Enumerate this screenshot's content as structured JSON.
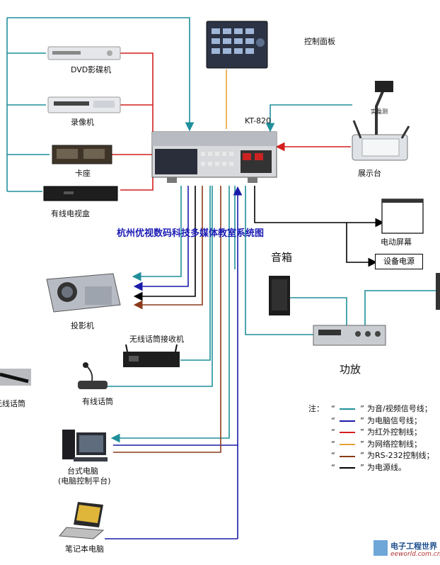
{
  "diagram": {
    "title": "杭州优视数码科技多媒体教室系统图",
    "central_unit": "KT-820",
    "devices": {
      "dvd": "DVD影碟机",
      "vcr": "录像机",
      "cassette": "卡座",
      "cable_box": "有线电视盒",
      "control_panel": "控制面板",
      "visualizer": "展示台",
      "visualizer_brand": "实盈测",
      "screen": "电动屏幕",
      "power": "设备电源",
      "speaker": "音箱",
      "projector": "投影机",
      "wireless_receiver": "无线话筒接收机",
      "wired_mic": "有线话筒",
      "wireless_mic": "无线话筒",
      "amplifier": "功放",
      "desktop": "台式电脑",
      "desktop_sub": "(电脑控制平台)",
      "laptop": "笔记本电脑"
    },
    "legend": {
      "note": "注：",
      "items": [
        {
          "label": "为音/视频信号线；",
          "color": "#1f8f9a"
        },
        {
          "label": "为电脑信号线；",
          "color": "#1a1aa8"
        },
        {
          "label": "为红外控制线；",
          "color": "#d41f1f"
        },
        {
          "label": "为网络控制线；",
          "color": "#e8a23a"
        },
        {
          "label": "为RS-232控制线；",
          "color": "#8b3a1a"
        },
        {
          "label": "为电源线。",
          "color": "#000000"
        }
      ]
    },
    "watermark": {
      "name": "电子工程世界",
      "url": "eeworld.com.cn"
    },
    "colors": {
      "av": "#1f8f9a",
      "computer": "#1a1aa8",
      "ir": "#d41f1f",
      "network": "#e8a23a",
      "rs232": "#8b3a1a",
      "power": "#000000",
      "title": "#1b1bb5"
    }
  }
}
